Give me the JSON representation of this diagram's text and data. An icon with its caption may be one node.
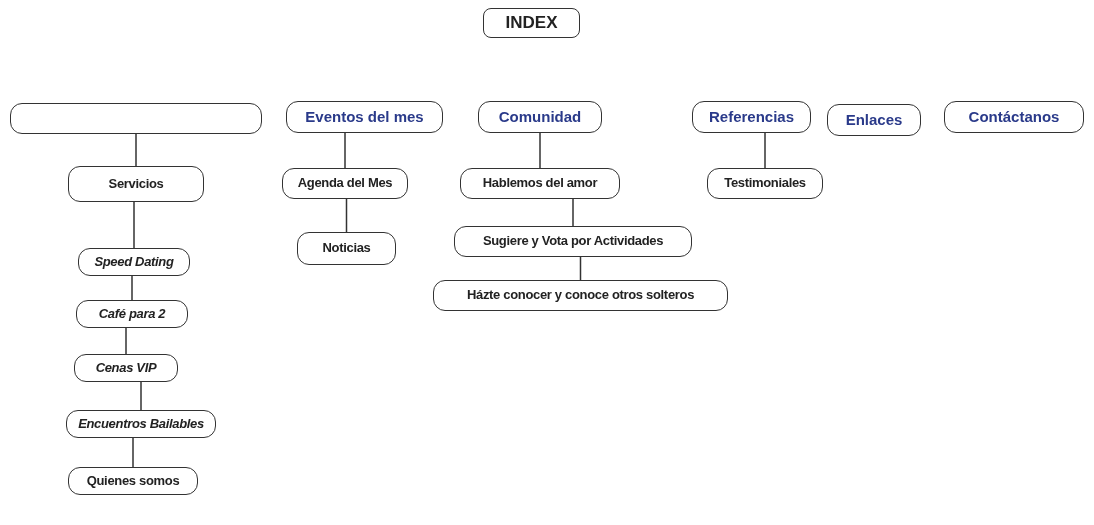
{
  "diagram": {
    "nodes": [
      {
        "text": [
          "INDEX"
        ]
      },
      {
        "text": [],
        "shape": "box"
      },
      {
        "text": [
          "Servicios"
        ]
      },
      {
        "text": [
          "Speed Dating"
        ]
      },
      {
        "text": [
          "Café para 2"
        ]
      },
      {
        "text": [
          "Cenas VIP"
        ]
      },
      {
        "text": [
          "Encuentros Bailables"
        ]
      },
      {
        "text": [
          "Quienes somos"
        ]
      },
      {
        "text": [
          "Eventos del mes"
        ]
      },
      {
        "text": [
          "Agenda del Mes"
        ]
      },
      {
        "text": [
          "Noticias"
        ]
      },
      {
        "text": [
          "Comunidad"
        ]
      },
      {
        "text": [
          "Hablemos del amor"
        ]
      },
      {
        "text": [
          "Sugiere y Vota por Actividades"
        ]
      },
      {
        "text": [
          "Házte conocer y conoce otros solteros"
        ]
      },
      {
        "text": [
          "Referencias"
        ]
      },
      {
        "text": [
          "Testimoniales"
        ]
      },
      {
        "text": [
          "Enlaces"
        ]
      },
      {
        "text": [
          "Contáctanos"
        ]
      }
    ],
    "edges": [
      {
        "from": 1,
        "to": 2,
        "arrow": "none"
      },
      {
        "from": 2,
        "to": 3,
        "arrow": "none"
      },
      {
        "from": 3,
        "to": 4,
        "arrow": "none"
      },
      {
        "from": 4,
        "to": 5,
        "arrow": "none"
      },
      {
        "from": 5,
        "to": 6,
        "arrow": "none"
      },
      {
        "from": 6,
        "to": 7,
        "arrow": "none"
      },
      {
        "from": 8,
        "to": 9,
        "arrow": "none"
      },
      {
        "from": 9,
        "to": 10,
        "arrow": "none"
      },
      {
        "from": 11,
        "to": 12,
        "arrow": "none"
      },
      {
        "from": 12,
        "to": 13,
        "arrow": "none"
      },
      {
        "from": 13,
        "to": 14,
        "arrow": "none"
      },
      {
        "from": 15,
        "to": 16,
        "arrow": "none"
      }
    ]
  }
}
